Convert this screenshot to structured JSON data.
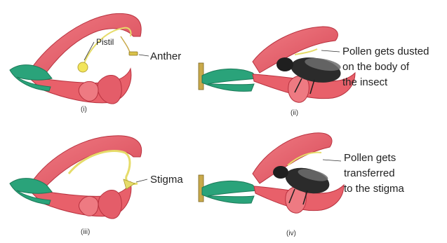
{
  "panels": [
    {
      "numeral": "(i)",
      "labels": [
        "Pistil",
        "Anther"
      ]
    },
    {
      "numeral": "(ii)",
      "labels": [
        "Pollen gets dusted",
        "on the body of",
        "the insect"
      ]
    },
    {
      "numeral": "(iii)",
      "labels": [
        "Stigma"
      ]
    },
    {
      "numeral": "(iv)",
      "labels": [
        "Pollen gets",
        "transferred",
        "to the stigma"
      ]
    }
  ],
  "colors": {
    "petal": "#e8606a",
    "petal_dark": "#c23c4a",
    "sepal": "#2aa37a",
    "pistil": "#e6dc6a",
    "anther": "#d9c24a",
    "insect": "#2b2b2b",
    "stalk": "#c9a94a"
  }
}
